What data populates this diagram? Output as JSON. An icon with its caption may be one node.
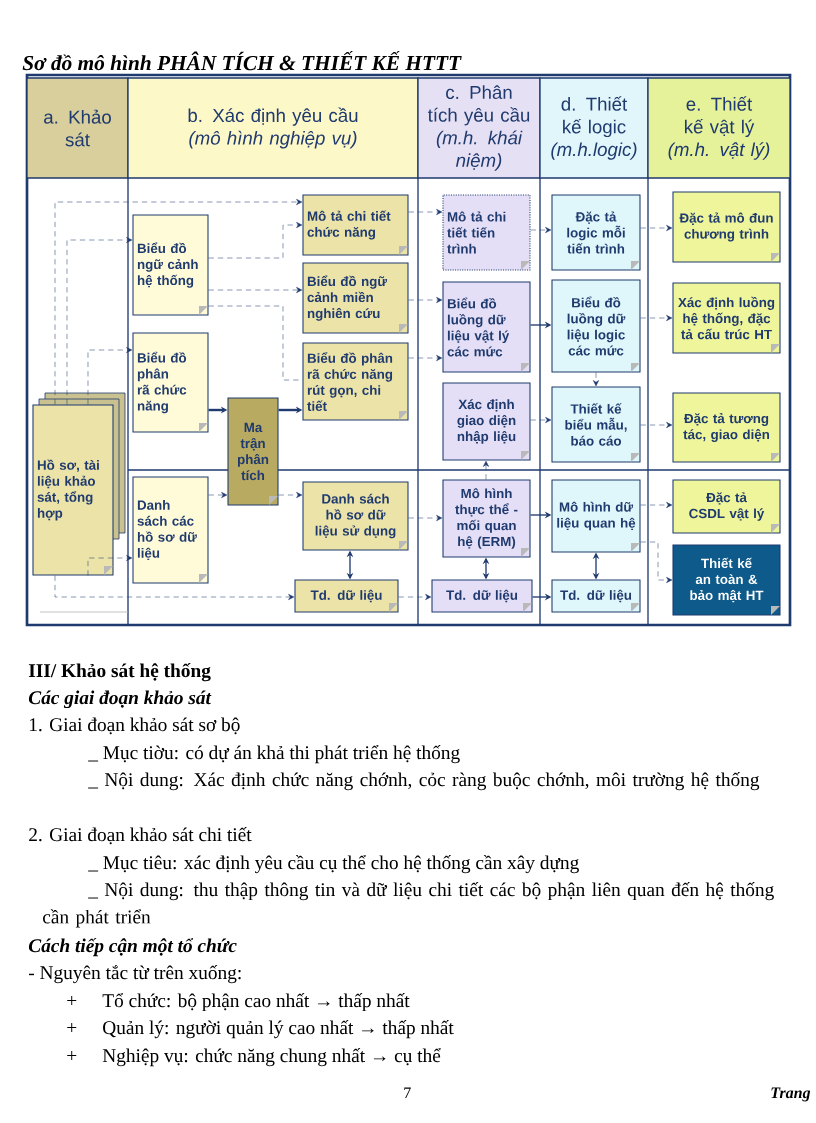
{
  "diagram": {
    "title": "Sơ đồ mô hình PHÂN TÍCH & THIẾT KẾ HTTT",
    "nodes": [
      {
        "text": [
          "a. Khảo sát"
        ]
      },
      {
        "text": [
          "b. Xác định yêu cầu",
          "(mô hình nghiệp vụ)"
        ]
      },
      {
        "text": [
          "c. Phân tích yêu cầu",
          "(m.h. khái niệm)"
        ]
      },
      {
        "text": [
          "d. Thiết kế logic",
          "(m.h.logic)"
        ]
      },
      {
        "text": [
          "e. Thiết kế vật lý",
          "(m.h. vật lý)"
        ]
      },
      {
        "text": [
          "Hồ sơ, tài liệu khảo sát, tổng hợp"
        ]
      },
      {
        "text": [
          "Biểu đồ ngữ cảnh hệ thống"
        ]
      },
      {
        "text": [
          "Biểu đồ phân rã chức năng"
        ]
      },
      {
        "text": [
          "Danh sách các hồ sơ dữ liệu"
        ]
      },
      {
        "text": [
          "Ma trận phân tích"
        ]
      },
      {
        "text": [
          "Mô tả chi tiết chức năng"
        ]
      },
      {
        "text": [
          "Biểu đồ ngữ cảnh miền nghiên cứu"
        ]
      },
      {
        "text": [
          "Biểu đồ phân rã chức năng rút gọn, chi tiết"
        ]
      },
      {
        "text": [
          "Danh sách hồ sơ dữ liệu sử dụng"
        ]
      },
      {
        "text": [
          "Td. dữ liệu"
        ]
      },
      {
        "text": [
          "Mô tả chi tiết tiến trình"
        ]
      },
      {
        "text": [
          "Biểu đồ luồng dữ liệu vật lý các mức"
        ]
      },
      {
        "text": [
          "Xác định giao diện nhập liệu"
        ]
      },
      {
        "text": [
          "Mô hình thực thể - mối quan hệ (ERM)"
        ]
      },
      {
        "text": [
          "Td. dữ liệu"
        ]
      },
      {
        "text": [
          "Đặc tả logic mỗi tiến trình"
        ]
      },
      {
        "text": [
          "Biểu đồ luồng dữ liệu logic các mức"
        ]
      },
      {
        "text": [
          "Thiết kế biểu mẫu, báo cáo"
        ]
      },
      {
        "text": [
          "Mô hình dữ liệu quan hệ"
        ]
      },
      {
        "text": [
          "Td. dữ liệu"
        ]
      },
      {
        "text": [
          "Đặc tả mô đun chương trình"
        ]
      },
      {
        "text": [
          "Xác định luồng hệ thống, đặc tả cấu trúc HT"
        ]
      },
      {
        "text": [
          "Đặc tả tương tác, giao diện"
        ]
      },
      {
        "text": [
          "Đặc tả CSDL vật lý"
        ]
      },
      {
        "text": [
          "Thiết kế an toàn & bảo mật HT"
        ]
      }
    ],
    "edges": [
      {
        "from": 5,
        "to": 10,
        "arrow": "to",
        "style": "dashed"
      },
      {
        "from": 5,
        "to": 6,
        "arrow": "to",
        "style": "dashed"
      },
      {
        "from": 5,
        "to": 7,
        "arrow": "to",
        "style": "dashed"
      },
      {
        "from": 5,
        "to": 8,
        "arrow": "to",
        "style": "dashed"
      },
      {
        "from": 5,
        "to": 14,
        "arrow": "to",
        "style": "dashed"
      },
      {
        "from": 6,
        "to": 10,
        "arrow": "to",
        "style": "dashed"
      },
      {
        "from": 6,
        "to": 11,
        "arrow": "to",
        "style": "dashed"
      },
      {
        "from": 6,
        "to": 12,
        "arrow": "none",
        "style": "dashed"
      },
      {
        "from": 7,
        "to": 9,
        "arrow": "to",
        "style": "thick"
      },
      {
        "from": 9,
        "to": 12,
        "arrow": "to",
        "style": "thick"
      },
      {
        "from": 8,
        "to": 9,
        "arrow": "to",
        "style": "dashed"
      },
      {
        "from": 9,
        "to": 13,
        "arrow": "to",
        "style": "dashed"
      },
      {
        "from": 13,
        "to": 14,
        "arrow": "both"
      },
      {
        "from": 10,
        "to": 15,
        "arrow": "to",
        "style": "dashed"
      },
      {
        "from": 11,
        "to": 16,
        "arrow": "to",
        "style": "dashed"
      },
      {
        "from": 12,
        "to": 16,
        "arrow": "to",
        "style": "dashed"
      },
      {
        "from": 13,
        "to": 18,
        "arrow": "to",
        "style": "dashed"
      },
      {
        "from": 14,
        "to": 19,
        "arrow": "to",
        "style": "dashed"
      },
      {
        "from": 18,
        "to": 17,
        "arrow": "to",
        "style": "dashed"
      },
      {
        "from": 18,
        "to": 19,
        "arrow": "both"
      },
      {
        "from": 15,
        "to": 20,
        "arrow": "to",
        "style": "dashed"
      },
      {
        "from": 16,
        "to": 21,
        "arrow": "to"
      },
      {
        "from": 17,
        "to": 22,
        "arrow": "to",
        "style": "dashed"
      },
      {
        "from": 18,
        "to": 23,
        "arrow": "to"
      },
      {
        "from": 19,
        "to": 24,
        "arrow": "to"
      },
      {
        "from": 21,
        "to": 22,
        "arrow": "to",
        "style": "dashed"
      },
      {
        "from": 23,
        "to": 24,
        "arrow": "both"
      },
      {
        "from": 20,
        "to": 25,
        "arrow": "to",
        "style": "dashed"
      },
      {
        "from": 21,
        "to": 26,
        "arrow": "to",
        "style": "dashed"
      },
      {
        "from": 22,
        "to": 27,
        "arrow": "to",
        "style": "dashed"
      },
      {
        "from": 23,
        "to": 28,
        "arrow": "to",
        "style": "dashed"
      },
      {
        "from": 23,
        "to": 29,
        "arrow": "to",
        "style": "dashed"
      }
    ],
    "labels": [
      "III/ Khảo sát hệ thống",
      "Các giai đoạn khảo sát",
      "1. Giai đoạn khảo sát sơ bộ",
      "_ Mục tiờu: có dự án khả thi phát triển hệ thống",
      "_ Nội dung: Xác định chức năng chớnh, cỏc ràng buộc chớnh, môi trường hệ thống",
      "2. Giai đoạn khảo sát chi tiết",
      "_ Mục tiêu: xác định yêu cầu cụ thể cho hệ thống cần xây dựng",
      "_ Nội dung: thu thập thông tin và dữ liệu chi tiết các bộ phận liên quan đến hệ thống cần phát triển",
      "Cách tiếp cận một tổ chức",
      "- Nguyên tắc từ trên xuống:",
      "+",
      "Tổ chức: bộ phận cao nhất → thấp nhất",
      "+",
      "Quản lý: người quản lý cao nhất → thấp nhất",
      "+",
      "Nghiệp vụ: chức năng chung nhất → cụ thể",
      "7",
      "Trang"
    ]
  }
}
